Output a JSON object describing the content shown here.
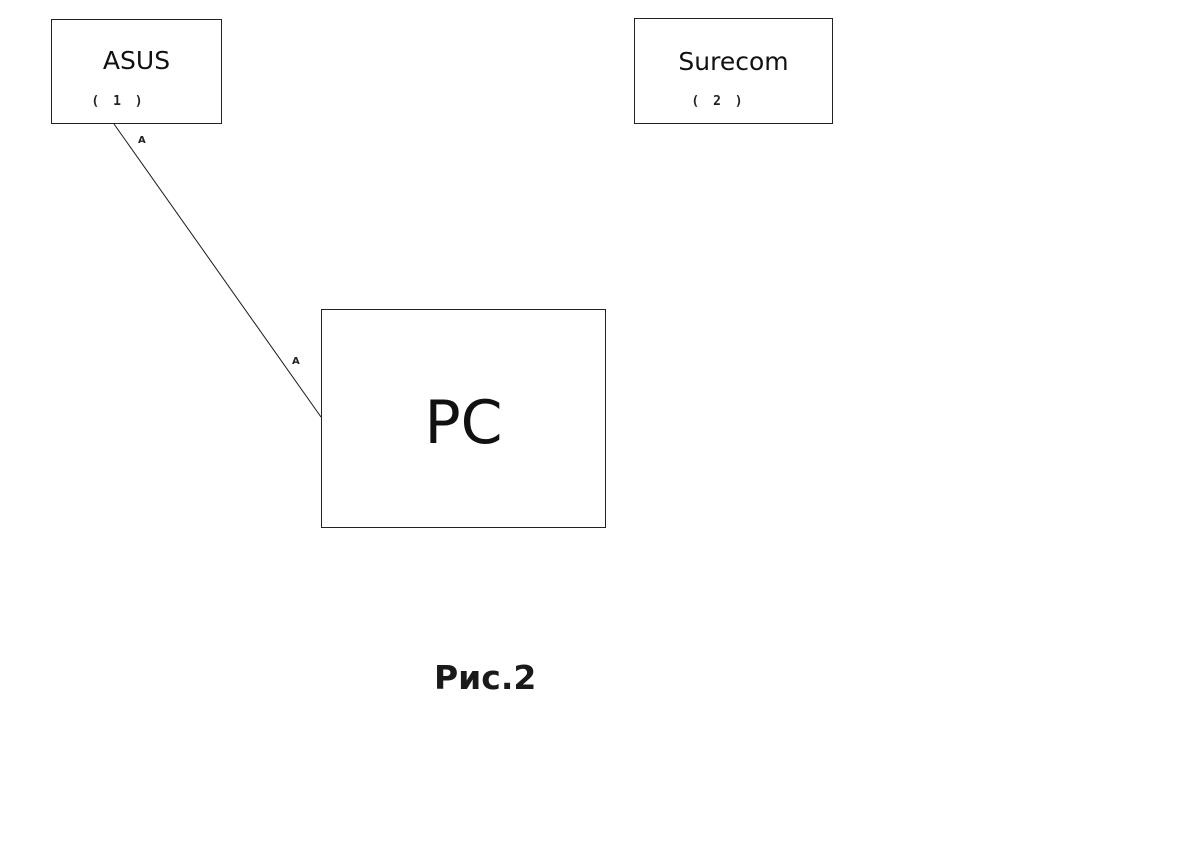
{
  "nodes": {
    "asus": {
      "name": "ASUS",
      "number": "( 1 )"
    },
    "surecom": {
      "name": "Surecom",
      "number": "( 2 )"
    },
    "pc": {
      "name": "PC"
    }
  },
  "connection": {
    "from": "asus",
    "to": "pc",
    "start_label": "A",
    "end_label": "A"
  },
  "caption": "Рис.2"
}
